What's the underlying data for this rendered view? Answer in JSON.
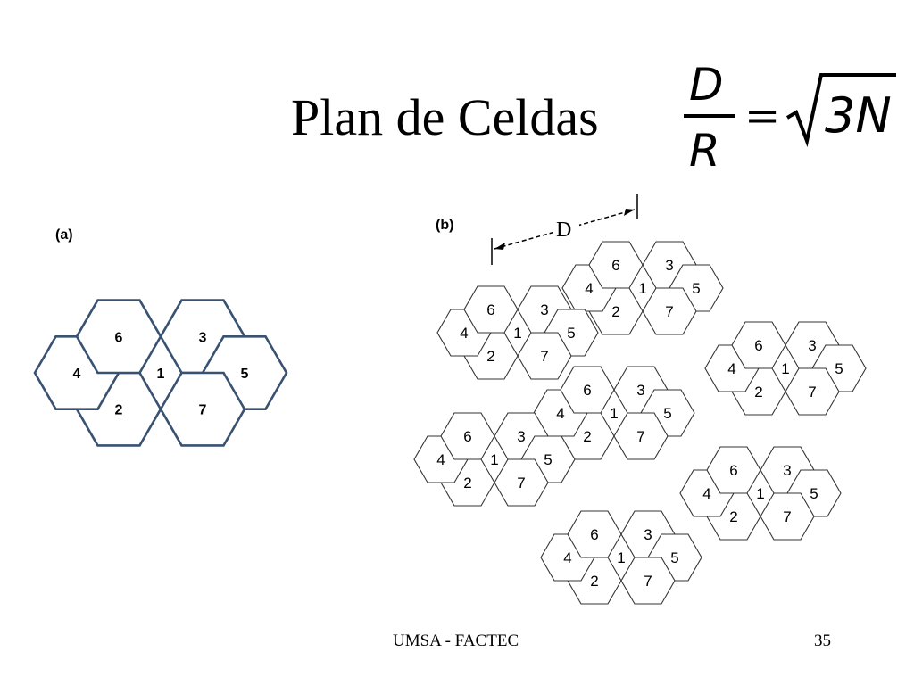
{
  "slide": {
    "title": "Plan de Celdas",
    "footer": "UMSA - FACTEC",
    "page_number": "35"
  },
  "formula": {
    "numerator": "D",
    "denominator": "R",
    "equals": "=",
    "radicand": "3N"
  },
  "figure_a": {
    "label": "(a)",
    "cells": [
      "1",
      "2",
      "3",
      "4",
      "5",
      "6",
      "7"
    ],
    "stroke_color": "#3a5272"
  },
  "figure_b": {
    "label": "(b)",
    "distance_label": "D",
    "cluster_count": 7,
    "cells": [
      "1",
      "2",
      "3",
      "4",
      "5",
      "6",
      "7"
    ],
    "stroke_color": "#333333"
  }
}
